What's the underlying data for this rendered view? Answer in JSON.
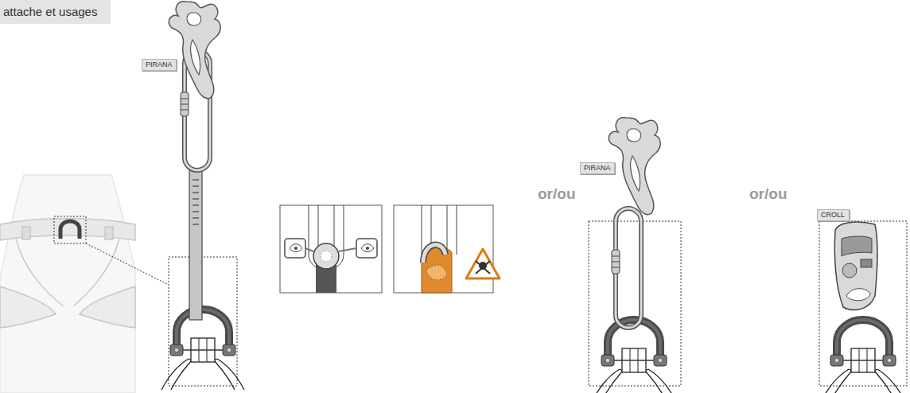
{
  "diagram": {
    "title": "attache et usages",
    "nodes": [
      {
        "text": [
          "PIRANA"
        ]
      },
      {
        "text": [
          "PIRANA"
        ]
      },
      {
        "text": [
          "CROLL"
        ]
      }
    ],
    "labels": [
      "or/ou",
      "or/ou"
    ]
  }
}
